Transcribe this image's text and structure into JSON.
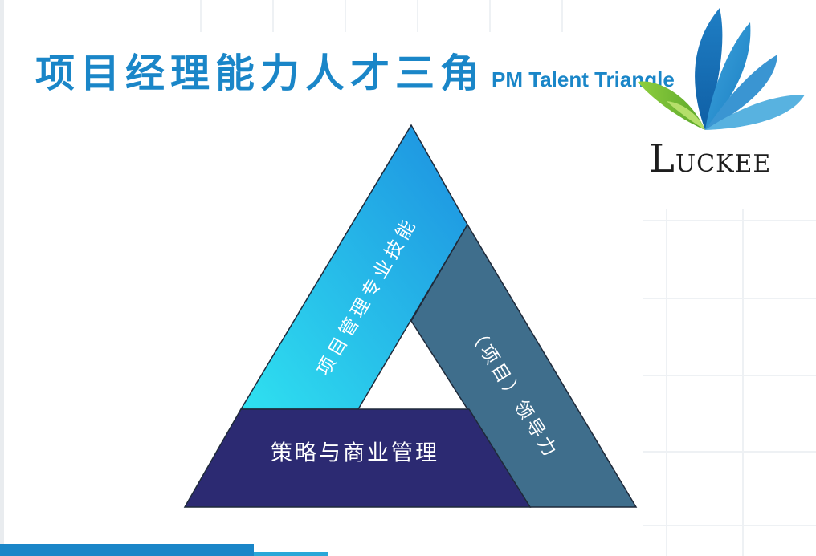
{
  "slide": {
    "title_cn": "项目经理能力人才三角",
    "title_en": "PM Talent Triangle"
  },
  "logo": {
    "text_first": "L",
    "text_rest": "UCKEE"
  },
  "triangle": {
    "left_label": "项目管理专业技能",
    "right_label": "（项目）领导力",
    "bottom_label": "策略与商业管理"
  },
  "colors": {
    "title": "#1a86c8",
    "left_side_light": "#2fe1f0",
    "left_side_dark": "#1d8fe0",
    "right_side": "#3f6e8c",
    "bottom_side": "#2c2a72"
  }
}
